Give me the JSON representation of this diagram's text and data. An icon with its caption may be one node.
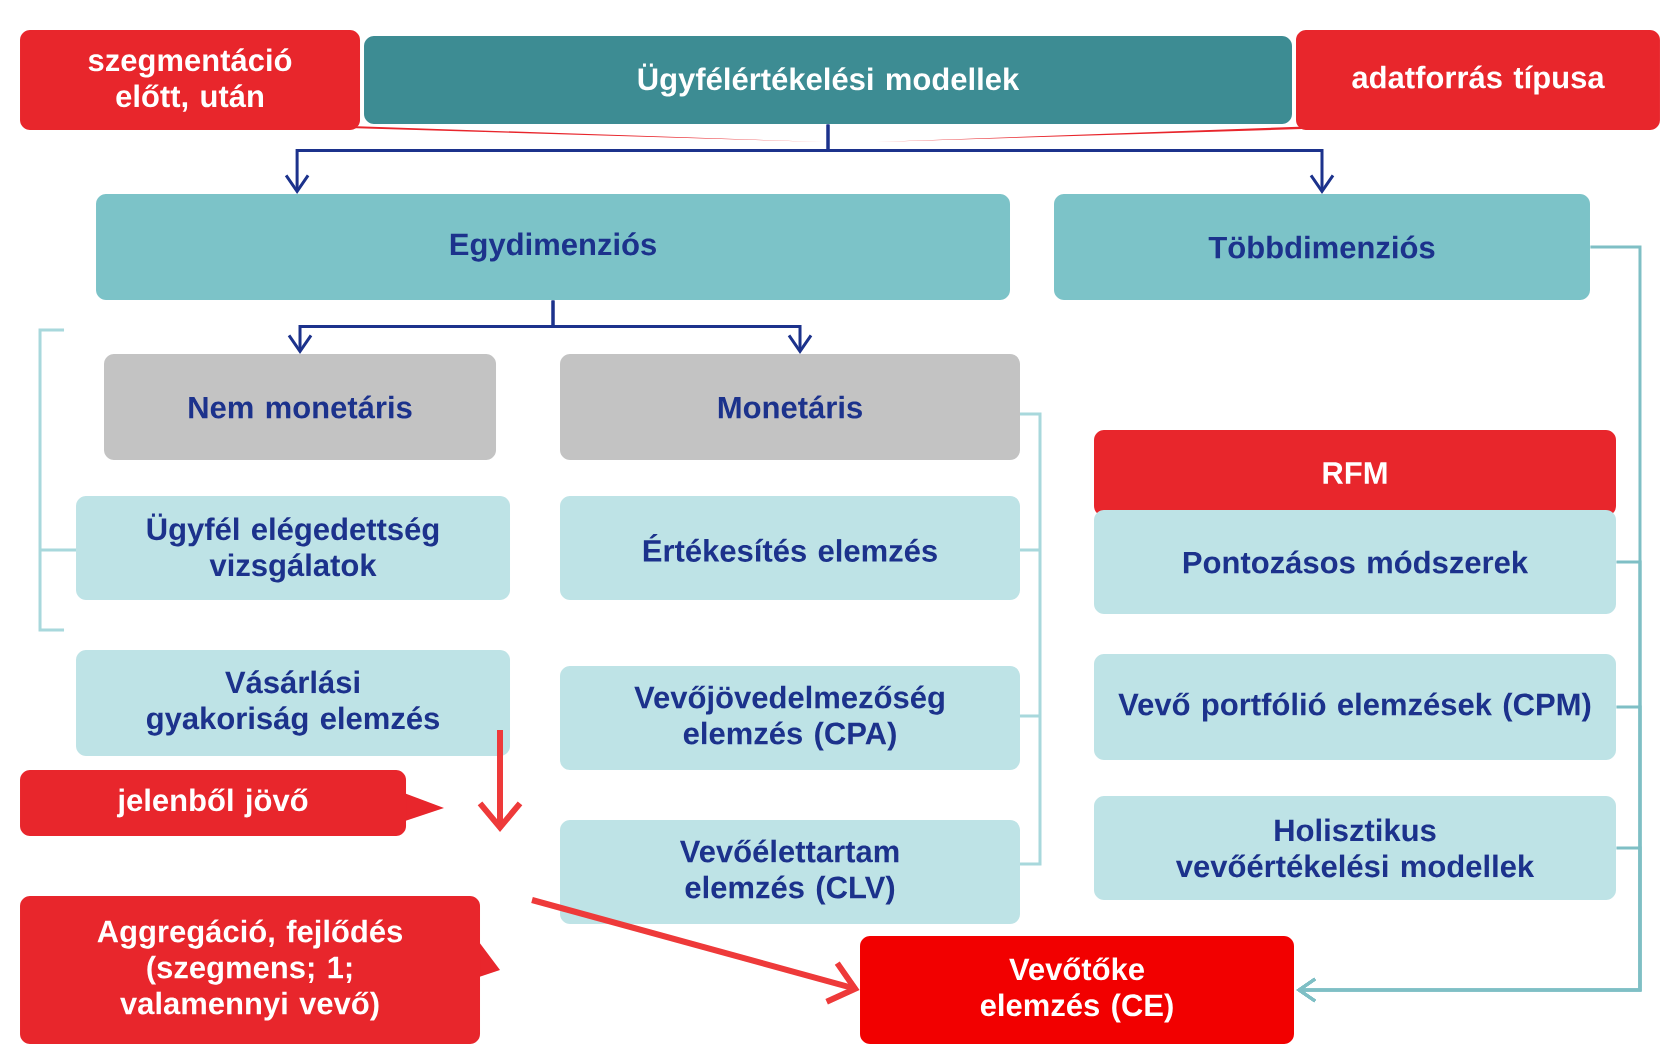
{
  "diagram": {
    "nodes": [
      {
        "text": [
          "Ügyfélértékelési modellek"
        ]
      },
      {
        "text": [
          "szegmentáció előtt, után"
        ]
      },
      {
        "text": [
          "adatforrás típusa"
        ]
      },
      {
        "text": [
          "Egydimenziós"
        ]
      },
      {
        "text": [
          "Többdimenziós"
        ]
      },
      {
        "text": [
          "Nem monetáris"
        ]
      },
      {
        "text": [
          "Monetáris"
        ]
      },
      {
        "text": [
          "Ügyfél elégedettség vizsgálatok"
        ]
      },
      {
        "text": [
          "Értékesítés elemzés"
        ]
      },
      {
        "text": [
          "Vásárlási gyakoriság elemzés"
        ]
      },
      {
        "text": [
          "Vevőjövedelmezőség elemzés (CPA)"
        ]
      },
      {
        "text": [
          "jelenből jövő"
        ]
      },
      {
        "text": [
          "Vevőélettartam elemzés (CLV)"
        ]
      },
      {
        "text": [
          "RFM"
        ]
      },
      {
        "text": [
          "Pontozásos módszerek"
        ]
      },
      {
        "text": [
          "Vevő portfólió elemzések (CPM)"
        ]
      },
      {
        "text": [
          "Holisztikus vevőértékelési modellek"
        ]
      },
      {
        "text": [
          "Aggregáció, fejlődés (szegmens; 1; valamennyi vevő)"
        ]
      },
      {
        "text": [
          "Vevőtőke elemzés (CE)"
        ]
      }
    ],
    "edges": [
      {
        "from": 0,
        "to": 3,
        "arrow": "to"
      },
      {
        "from": 0,
        "to": 4,
        "arrow": "to"
      },
      {
        "from": 3,
        "to": 5,
        "arrow": "to"
      },
      {
        "from": 3,
        "to": 6,
        "arrow": "to"
      },
      {
        "from": 4,
        "to": 18,
        "arrow": "to",
        "color": "#7fbfc5"
      },
      {
        "from": 9,
        "to": null,
        "arrow": "to",
        "style": "thick",
        "color": "#ee3a3a"
      },
      {
        "from": null,
        "to": 18,
        "arrow": "to",
        "style": "thick",
        "color": "#ee3a3a"
      },
      {
        "from": 14,
        "to": 18,
        "arrow": "to",
        "color": "#7fbfc5"
      },
      {
        "from": 15,
        "to": 18,
        "arrow": "to",
        "color": "#7fbfc5"
      },
      {
        "from": 16,
        "to": 18,
        "arrow": "to",
        "color": "#7fbfc5"
      }
    ]
  }
}
